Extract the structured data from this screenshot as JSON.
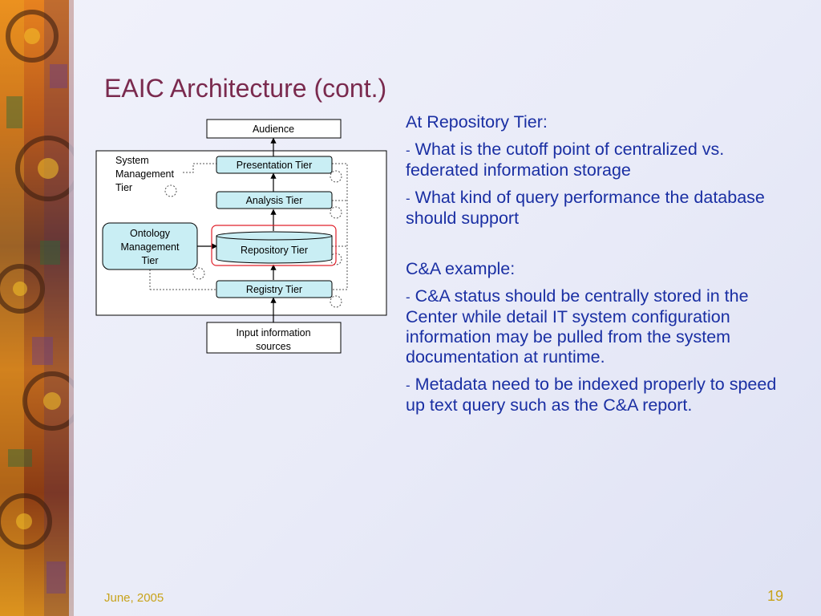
{
  "slide": {
    "title": "EAIC Architecture (cont.)",
    "footer_date": "June, 2005",
    "page_number": "19"
  },
  "diagram": {
    "audience": "Audience",
    "system_management": [
      "System",
      "Management",
      "Tier"
    ],
    "presentation_tier": "Presentation Tier",
    "analysis_tier": "Analysis Tier",
    "ontology_management": [
      "Ontology",
      "Management",
      "Tier"
    ],
    "repository_tier": "Repository Tier",
    "registry_tier": "Registry Tier",
    "input_sources": [
      "Input information",
      "sources"
    ]
  },
  "notes": {
    "repository_heading": "At Repository Tier:",
    "repository_bullets": [
      "What is the cutoff point of centralized vs. federated information storage",
      "What kind of query performance the database should support"
    ],
    "ca_heading": "C&A example:",
    "ca_bullets": [
      "C&A status should be centrally stored in the Center while detail IT system configuration information may be pulled from the system documentation at runtime.",
      "Metadata need to be indexed properly to speed up text query such as the C&A report."
    ],
    "bullet_marker": "-"
  },
  "colors": {
    "title": "#7a2a4e",
    "body_text": "#1a2fa3",
    "footer": "#c8a31a",
    "tier_box_fill": "#c9eef4",
    "highlight": "#e0202a"
  }
}
